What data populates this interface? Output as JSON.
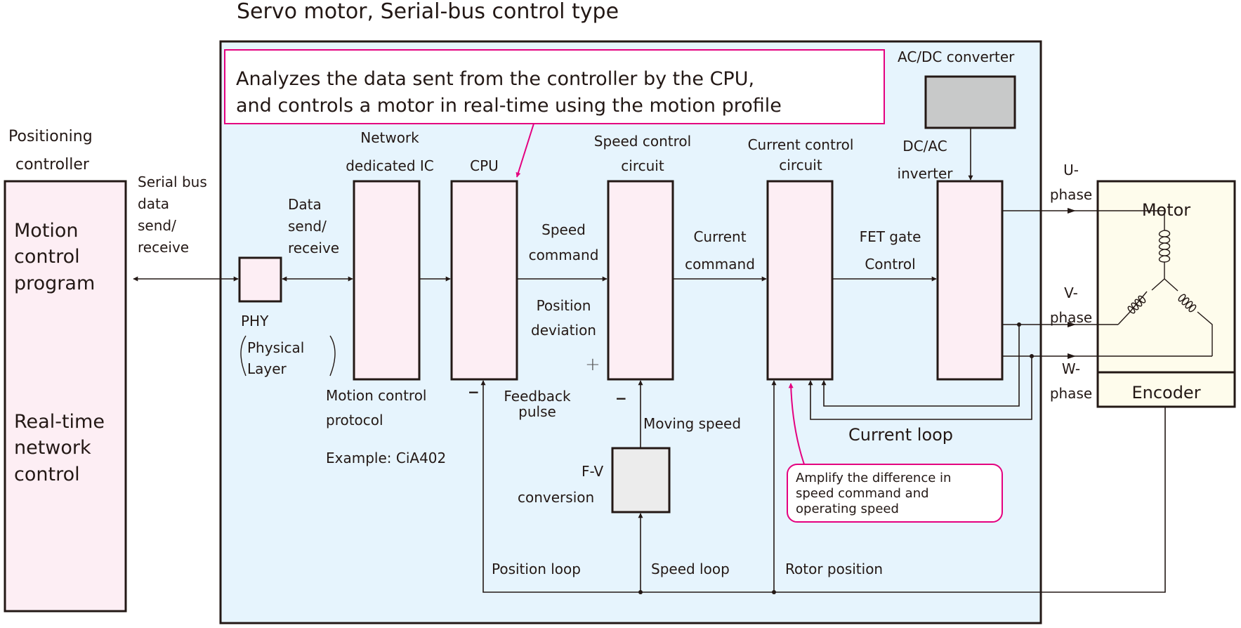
{
  "title": "Servo motor, Serial-bus control type",
  "colors": {
    "outer_fill": "#e6f4fd",
    "block_fill": "#fdeef4",
    "motor_fill": "#fefcec",
    "acdc_fill": "#c8c9c9",
    "fv_fill": "#ececec",
    "line": "#231815",
    "callout_accent": "#e4007f"
  },
  "controller": {
    "heading_line1": "Positioning",
    "heading_line2": "controller",
    "program_lines": [
      "Motion",
      "control",
      "program"
    ],
    "network_lines": [
      "Real-time",
      "network",
      "control"
    ]
  },
  "serial_bus": {
    "lines": [
      "Serial bus",
      "data",
      "send/",
      "receive"
    ]
  },
  "phy": {
    "name": "PHY",
    "desc_line1": "Physical",
    "desc_line2": "Layer",
    "data_lines": [
      "Data",
      "send/",
      "receive"
    ]
  },
  "network_ic": {
    "label_line1": "Network",
    "label_line2": "dedicated IC",
    "protocol_line1": "Motion control",
    "protocol_line2": "protocol",
    "example": "Example: CiA402"
  },
  "cpu": {
    "label": "CPU",
    "feedback_line1": "Feedback",
    "feedback_line2": "pulse",
    "minus": "−"
  },
  "top_callout": {
    "line1": "Analyzes the data sent from the controller by the CPU,",
    "line2": "and controls a motor in real-time using the motion profile"
  },
  "speed_control": {
    "label_line1": "Speed control",
    "label_line2": "circuit",
    "in_line1": "Speed",
    "in_line2": "command",
    "dev_line1": "Position",
    "dev_line2": "deviation",
    "plus": "+",
    "minus": "−",
    "moving_speed": "Moving speed"
  },
  "fv": {
    "line1": "F-V",
    "line2": "conversion"
  },
  "current_control": {
    "label_line1": "Current control",
    "label_line2": "circuit",
    "in_line1": "Current",
    "in_line2": "command"
  },
  "inverter": {
    "label_line1": "DC/AC",
    "label_line2": "inverter",
    "in_line1": "FET gate",
    "in_line2": "Control"
  },
  "acdc": {
    "label": "AC/DC converter"
  },
  "phases": [
    {
      "line1": "U-",
      "line2": "phase"
    },
    {
      "line1": "V-",
      "line2": "phase"
    },
    {
      "line1": "W-",
      "line2": "phase"
    }
  ],
  "motor": {
    "label": "Motor",
    "encoder": "Encoder"
  },
  "loops": {
    "current": "Current loop",
    "position": "Position loop",
    "speed": "Speed loop",
    "rotor": "Rotor position"
  },
  "bottom_callout": {
    "lines": [
      "Amplify the difference in",
      "speed command and",
      "operating speed"
    ]
  }
}
